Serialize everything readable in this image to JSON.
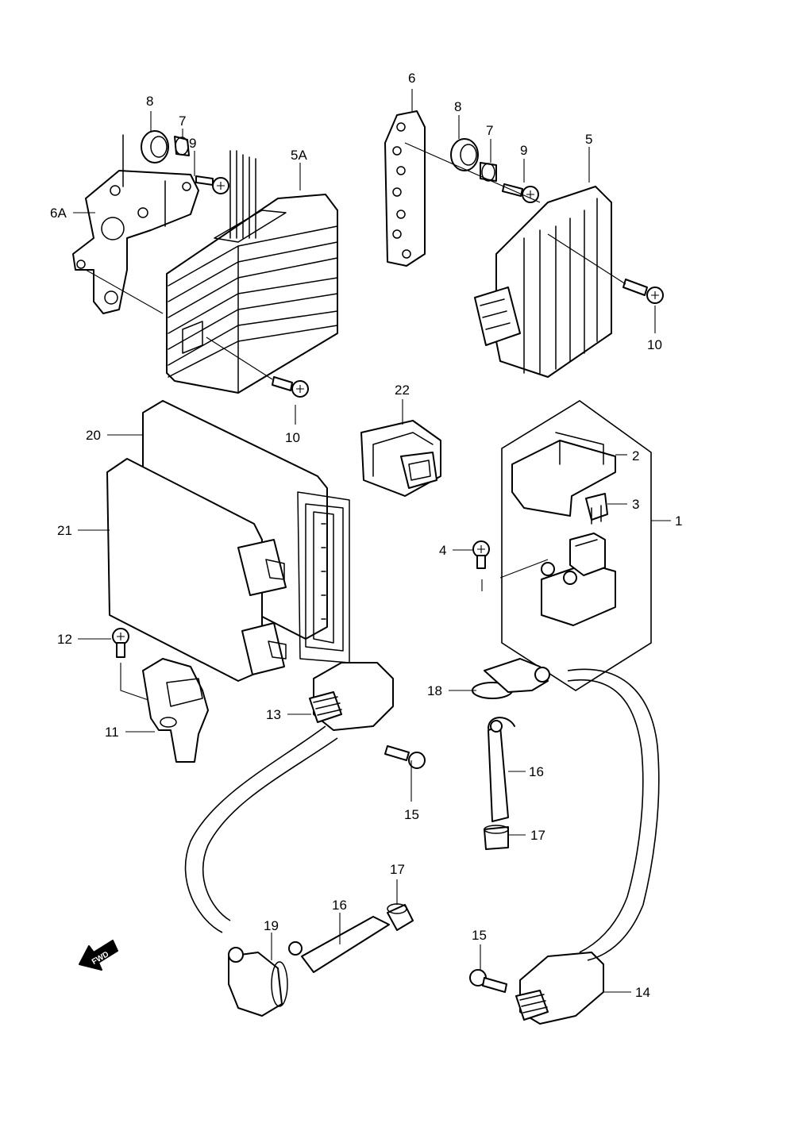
{
  "callouts": {
    "c1": "1",
    "c2": "2",
    "c3": "3",
    "c4": "4",
    "c5": "5",
    "c5a": "5A",
    "c6": "6",
    "c6a": "6A",
    "c7a": "7",
    "c7b": "7",
    "c8a": "8",
    "c8b": "8",
    "c9a": "9",
    "c9b": "9",
    "c10a": "10",
    "c10b": "10",
    "c11": "11",
    "c12": "12",
    "c13": "13",
    "c14": "14",
    "c15a": "15",
    "c15b": "15",
    "c16a": "16",
    "c16b": "16",
    "c17a": "17",
    "c17b": "17",
    "c18": "18",
    "c19": "19",
    "c20": "20",
    "c21": "21",
    "c22": "22"
  },
  "fwd_arrow": {
    "label": "FWD"
  },
  "colors": {
    "ink": "#000000",
    "paper": "#ffffff"
  }
}
